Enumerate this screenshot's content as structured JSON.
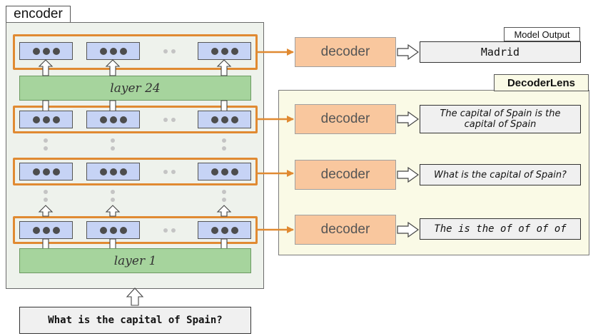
{
  "encoder": {
    "title": "encoder",
    "layer_top": "layer 24",
    "layer_bottom": "layer 1"
  },
  "input": {
    "text": "What is the capital of Spain?"
  },
  "model_output": {
    "title": "Model Output",
    "value": "Madrid"
  },
  "decoder_lens": {
    "title": "DecoderLens"
  },
  "decoder_label": "decoder",
  "lens_outputs": [
    "The capital of Spain is the capital of Spain",
    "What is the capital of Spain?",
    "The is the of of of of"
  ],
  "colors": {
    "orange": "#e08a32",
    "decoder_fill": "#f9c79e",
    "layer_fill": "#a6d49d",
    "vector_fill": "#c6d3f5",
    "lens_bg": "#fafae6"
  }
}
